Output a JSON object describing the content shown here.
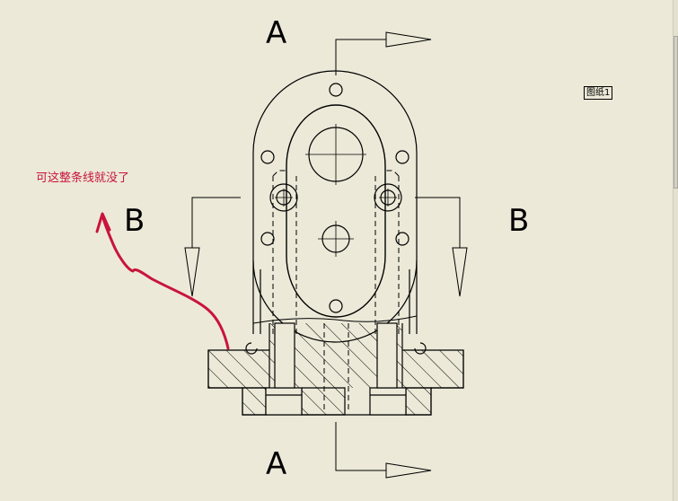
{
  "section_labels": {
    "a_top": "A",
    "a_bottom": "A",
    "b_left": "B",
    "b_right": "B"
  },
  "annotation": {
    "text": "可这整条线就没了",
    "color": "#c8143c"
  },
  "sheet_tag": "图纸1",
  "colors": {
    "background": "#ece9d8",
    "line": "#000000",
    "annotation": "#c8143c"
  }
}
